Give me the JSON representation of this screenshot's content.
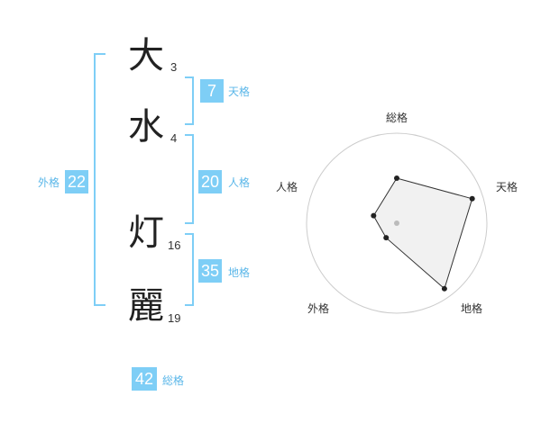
{
  "name": {
    "chars": [
      {
        "char": "大",
        "strokes": "3"
      },
      {
        "char": "水",
        "strokes": "4"
      },
      {
        "char": "灯",
        "strokes": "16"
      },
      {
        "char": "麗",
        "strokes": "19"
      }
    ]
  },
  "fortunes": {
    "tenkaku": {
      "label": "天格",
      "value": "7"
    },
    "jinkaku": {
      "label": "人格",
      "value": "20"
    },
    "chikaku": {
      "label": "地格",
      "value": "35"
    },
    "gaikaku": {
      "label": "外格",
      "value": "22"
    },
    "soukaku": {
      "label": "総格",
      "value": "42"
    }
  },
  "colors": {
    "accent": "#7ecef6",
    "bracket": "#7ecef6",
    "radar_fill": "#eeeeee",
    "radar_stroke": "#333333"
  },
  "chart_data": {
    "type": "radar",
    "axes": [
      "総格",
      "天格",
      "地格",
      "外格",
      "人格"
    ],
    "values": [
      0.5,
      0.88,
      0.9,
      0.2,
      0.27
    ],
    "rings": 4,
    "range": [
      0,
      1
    ]
  }
}
